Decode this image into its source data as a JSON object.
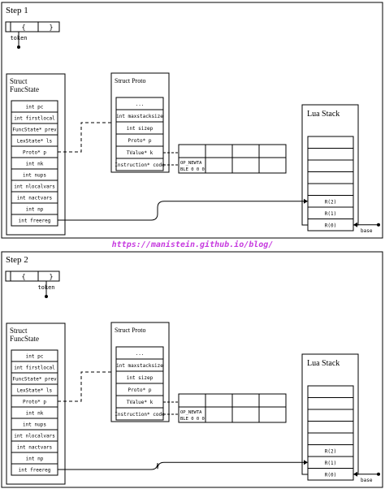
{
  "watermark": "https://manistein.github.io/blog/",
  "steps": [
    {
      "title": "Step 1",
      "token": {
        "left": "{",
        "right": "}",
        "label": "token"
      },
      "funcstate": {
        "title_line1": "Struct",
        "title_line2": "FuncState",
        "fields": [
          "int pc",
          "int firstlocal",
          "FuncState* prev",
          "LexState* ls",
          "Proto* p",
          "int nk",
          "int nups",
          "int nlocalvars",
          "int nactvars",
          "int np",
          "int freereg"
        ]
      },
      "proto": {
        "title": "Struct Proto",
        "fields": [
          "...",
          "int maxstacksize",
          "int sizep",
          "Proto* p",
          "TValue* k",
          "Instruction* code"
        ]
      },
      "k_cells": 4,
      "code": {
        "op": "OP_NEWTA",
        "args": "BLE 0 0 0",
        "extra_cells": 3
      },
      "lua_stack": {
        "title": "Lua Stack",
        "slots": [
          "",
          "",
          "",
          "",
          "",
          "R(2)",
          "R(1)",
          "R(0)"
        ],
        "base_label": "base"
      }
    },
    {
      "title": "Step 2",
      "token": {
        "left": "{",
        "right": "}",
        "label": "token"
      },
      "funcstate": {
        "title_line1": "Struct",
        "title_line2": "FuncState",
        "fields": [
          "int pc",
          "int firstlocal",
          "FuncState* prev",
          "LexState* ls",
          "Proto* p",
          "int nk",
          "int nups",
          "int nlocalvars",
          "int nactvars",
          "int np",
          "int freereg"
        ]
      },
      "proto": {
        "title": "Struct Proto",
        "fields": [
          "...",
          "int maxstacksize",
          "int sizep",
          "Proto* p",
          "TValue* k",
          "Instruction* code"
        ]
      },
      "k_cells": 4,
      "code": {
        "op": "OP_NEWTA",
        "args": "BLE 0 0 0",
        "extra_cells": 3
      },
      "lua_stack": {
        "title": "Lua Stack",
        "slots": [
          "",
          "",
          "",
          "",
          "",
          "R(2)",
          "R(1)",
          "R(0)"
        ],
        "base_label": "base"
      }
    }
  ]
}
